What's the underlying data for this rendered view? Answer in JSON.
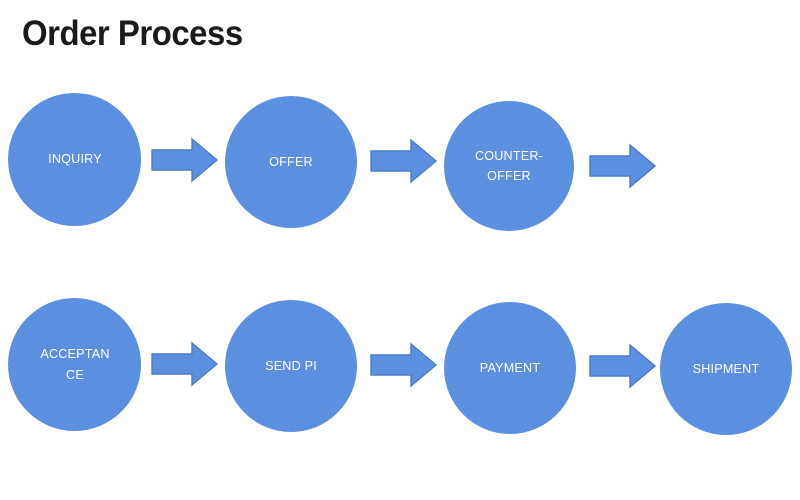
{
  "title": "Order Process",
  "colors": {
    "node_fill": "#5b8fe0",
    "arrow_fill": "#5b8fe0",
    "arrow_stroke": "#4a7dc8",
    "node_text": "#ffffff",
    "title_text": "#1a1a1a",
    "background": "#ffffff"
  },
  "diagram": {
    "type": "flowchart",
    "rows": [
      {
        "nodes": [
          {
            "label": "INQUIRY",
            "wrap": "nobreak"
          },
          {
            "label": "OFFER",
            "wrap": "nobreak"
          },
          {
            "label": "COUNTER-OFFER",
            "wrap": "hyphen"
          }
        ],
        "arrows": 3
      },
      {
        "nodes": [
          {
            "label": "ACCEPTANCE",
            "wrap": "break"
          },
          {
            "label": "SEND PI",
            "wrap": "nobreak"
          },
          {
            "label": "PAYMENT",
            "wrap": "nobreak"
          },
          {
            "label": "SHIPMENT",
            "wrap": "nobreak"
          }
        ],
        "arrows": 3
      }
    ],
    "sequence": [
      "INQUIRY",
      "OFFER",
      "COUNTER-OFFER",
      "ACCEPTANCE",
      "SEND PI",
      "PAYMENT",
      "SHIPMENT"
    ]
  }
}
